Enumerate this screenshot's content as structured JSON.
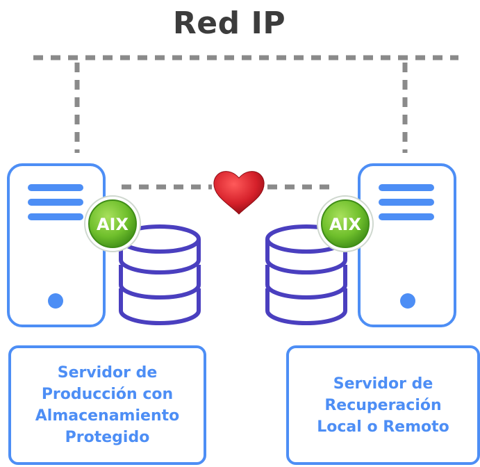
{
  "title": "Red IP",
  "production": {
    "label": "Servidor de\nProducción con\nAlmacenamiento\nProtegido",
    "badge": "AIX"
  },
  "recovery": {
    "label": "Servidor de\nRecuperación\nLocal o Remoto",
    "badge": "AIX"
  },
  "colors": {
    "server_outline": "#4d8ef5",
    "database_outline": "#4a3fbf",
    "network_line": "#8a8a8a",
    "heart": "#d5202a",
    "badge_green": "#6fbf2c"
  },
  "icons": [
    "server-icon",
    "database-icon",
    "aix-badge-icon",
    "heart-icon"
  ]
}
